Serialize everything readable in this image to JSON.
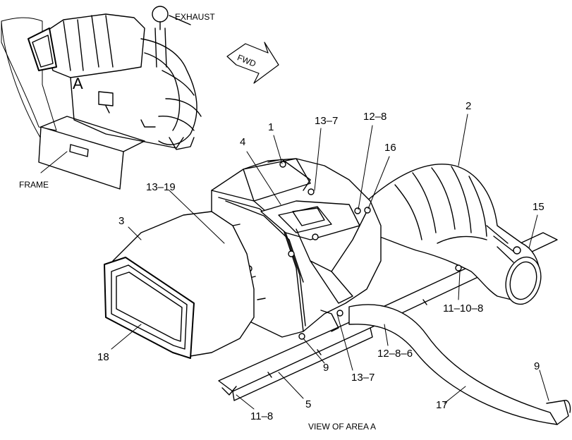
{
  "labels": {
    "exhaust": "EXHAUST",
    "fwd": "FWD",
    "area": "A",
    "frame": "FRAME",
    "view": "VIEW OF AREA  A",
    "callouts": {
      "c1": "1",
      "c2": "2",
      "c3": "3",
      "c4": "4",
      "c5": "5",
      "c9a": "9",
      "c9b": "9",
      "c15": "15",
      "c16": "16",
      "c17": "17",
      "c18": "18",
      "c13_7a": "13–7",
      "c13_7b": "13–7",
      "c12_8": "12–8",
      "c13_19": "13–19",
      "c11_10_8": "11–10–8",
      "c12_8_6": "12–8–6",
      "c11_8": "11–8"
    }
  }
}
